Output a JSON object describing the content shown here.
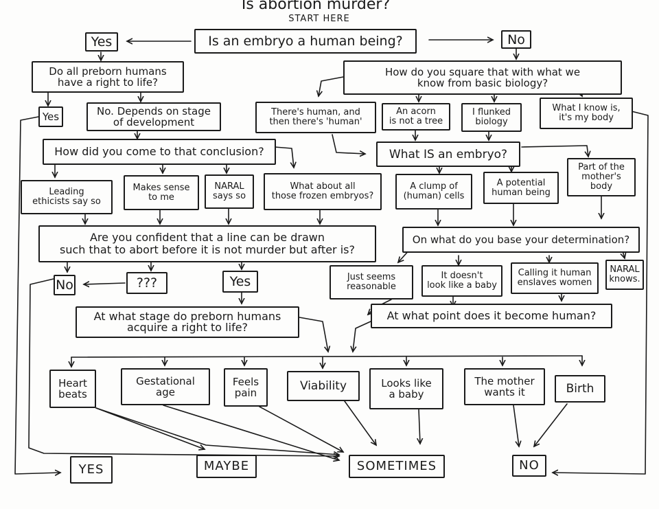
{
  "header": {
    "title": "Is abortion murder?",
    "start_label": "START HERE"
  },
  "nodes": {
    "q_embryo_human": "Is an embryo a human being?",
    "yes_top": "Yes",
    "no_top": "No",
    "q_right_to_life": "Do all preborn humans\nhave a right to life?",
    "q_square_biology": "How do you square that with what we\nknow from basic biology?",
    "yes_right": "Yes",
    "no_depends_stage": "No. Depends on stage\nof development",
    "human_and_human": "There's human, and\nthen there's 'human'",
    "acorn_not_tree": "An acorn\nis not a tree",
    "flunked_biology": "I flunked\nbiology",
    "know_my_body": "What I know is,\nit's my body",
    "q_conclusion": "How did you come to that conclusion?",
    "q_what_is_embryo": "What IS an embryo?",
    "leading_ethicists": "Leading\nethicists say so",
    "makes_sense": "Makes sense\nto me",
    "naral_says": "NARAL\nsays so",
    "frozen_embryos": "What about all\nthose frozen embryos?",
    "clump_cells": "A clump of\n(human) cells",
    "potential_human": "A potential\nhuman being",
    "part_mothers_body": "Part of the\nmother's body",
    "q_line_drawn": "Are you confident that a line can be drawn\nsuch that to abort before it is not murder but after is?",
    "q_base_determination": "On what do you base your determination?",
    "no_mid": "No",
    "unsure": "???",
    "yes_mid": "Yes",
    "seems_reasonable": "Just seems\nreasonable",
    "not_look_baby": "It doesn't\nlook like a baby",
    "enslaves_women": "Calling it human\nenslaves women",
    "naral_knows": "NARAL\nknows.",
    "q_what_stage": "At what stage do preborn humans\nacquire a right to life?",
    "q_what_point": "At what point does it become human?",
    "heart_beats": "Heart\nbeats",
    "gestational_age": "Gestational\nage",
    "feels_pain": "Feels\npain",
    "viability": "Viability",
    "looks_like_baby": "Looks like\na baby",
    "mother_wants": "The mother\nwants it",
    "birth": "Birth",
    "answer_yes": "YES",
    "answer_maybe": "MAYBE",
    "answer_sometimes": "SOMETIMES",
    "answer_no": "NO"
  },
  "colors": {
    "ink": "#1a1a1a",
    "paper": "#fdfdfc"
  }
}
